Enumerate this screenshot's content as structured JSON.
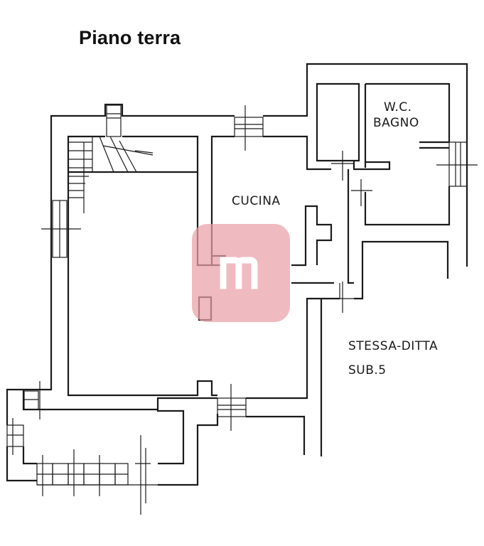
{
  "title": "Piano terra",
  "rooms": {
    "kitchen": "CUCINA",
    "wc_line1": "W.C.",
    "wc_line2": "BAGNO",
    "neighbor_line1": "STESSA-DITTA",
    "neighbor_line2": "SUB.5"
  },
  "watermark": {
    "icon": "m-logo",
    "color": "#e9a0a8"
  }
}
